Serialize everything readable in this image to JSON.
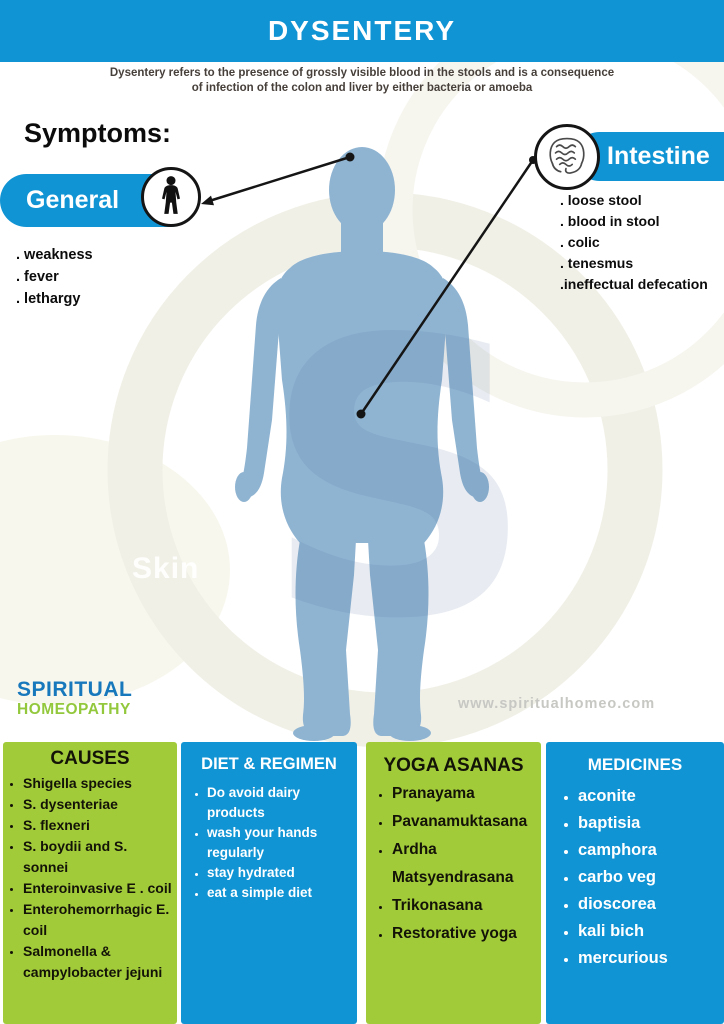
{
  "header": {
    "title": "DYSENTERY"
  },
  "intro": {
    "line1": "Dysentery refers to the presence of grossly visible blood in the stools and is a consequence",
    "line2": "of infection of the colon and liver by either bacteria or amoeba"
  },
  "symptoms": {
    "heading": "Symptoms:",
    "general": {
      "label": "General",
      "icon": "person-icon",
      "items": [
        ". weakness",
        ". fever",
        ". lethargy"
      ]
    },
    "intestine": {
      "label": "Intestine",
      "icon": "intestine-icon",
      "items": [
        ". loose stool",
        ". blood in stool",
        ". colic",
        ". tenesmus",
        ".ineffectual defecation"
      ]
    }
  },
  "branding": {
    "logo_top": "SPIRITUAL",
    "logo_bottom": "HOMEOPATHY",
    "website": "www.spiritualhomeo.com",
    "watermark": "Skin"
  },
  "panels": [
    {
      "title": "CAUSES",
      "theme": "green",
      "items": [
        "Shigella species",
        "S. dysenteriae",
        "S. flexneri",
        "S. boydii and S. sonnei",
        "Enteroinvasive E . coil",
        "Enterohemorrhagic E. coil",
        "Salmonella & campylobacter jejuni"
      ]
    },
    {
      "title": "DIET & REGIMEN",
      "theme": "blue",
      "items": [
        "Do avoid dairy products",
        "wash your hands regularly",
        "stay hydrated",
        "eat a simple diet"
      ]
    },
    {
      "title": "YOGA ASANAS",
      "theme": "green",
      "items": [
        "Pranayama",
        "Pavanamuktasana",
        "Ardha Matsyendrasana",
        "Trikonasana",
        "Restorative yoga"
      ]
    },
    {
      "title": "MEDICINES",
      "theme": "blue",
      "items": [
        "aconite",
        "baptisia",
        "camphora",
        "carbo veg",
        "dioscorea",
        "kali bich",
        "mercurious"
      ]
    }
  ],
  "colors": {
    "blue": "#1194d4",
    "green": "#a2cb3a",
    "body_silhouette": "#8fb4d2",
    "intro_text": "#463f3a",
    "logo_blue": "#1778bc",
    "logo_green": "#93c83d",
    "website_gray": "#c7c7c3"
  }
}
